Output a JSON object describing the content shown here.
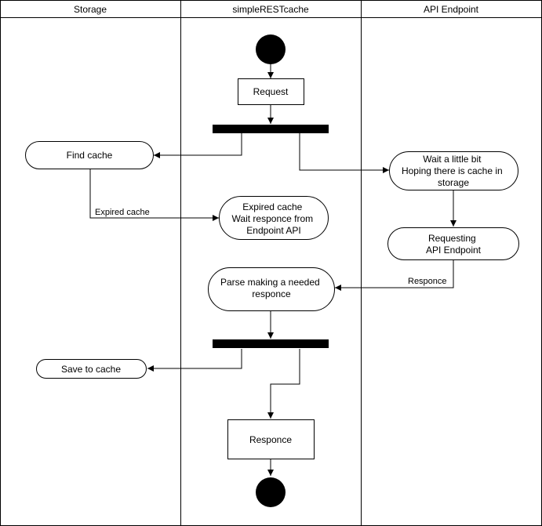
{
  "lanes": {
    "storage": "Storage",
    "cache": "simpleRESTcache",
    "api": "API Endpoint"
  },
  "nodes": {
    "request": "Request",
    "find_cache": "Find cache",
    "wait_lines": [
      "Wait a little bit",
      "Hoping there is cache in",
      "storage"
    ],
    "expired_lines": [
      "Expired cache",
      "Wait responce from",
      "Endpoint API"
    ],
    "requesting_lines": [
      "Requesting",
      "API Endpoint"
    ],
    "parse_lines": [
      "Parse making a needed",
      "responce"
    ],
    "save_cache": "Save to cache",
    "response": "Responce"
  },
  "edge_labels": {
    "expired": "Expired cache",
    "responce": "Responce"
  },
  "colors": {
    "stroke": "#000000",
    "fill": "#ffffff",
    "node_fill": "#000000"
  }
}
